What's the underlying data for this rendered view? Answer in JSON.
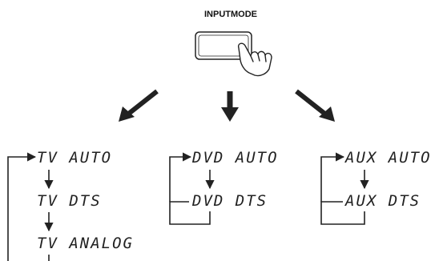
{
  "button": {
    "label": "INPUTMODE",
    "icon": "hand-press-icon"
  },
  "columns": [
    {
      "name": "tv",
      "items": [
        "TV AUTO",
        "TV DTS",
        "TV ANALOG"
      ],
      "loops_back": true
    },
    {
      "name": "dvd",
      "items": [
        "DVD AUTO",
        "DVD DTS"
      ],
      "loops_back": true
    },
    {
      "name": "aux",
      "items": [
        "AUX AUTO",
        "AUX DTS"
      ],
      "loops_back": true
    }
  ],
  "colors": {
    "ink": "#222222",
    "background": "#ffffff"
  }
}
